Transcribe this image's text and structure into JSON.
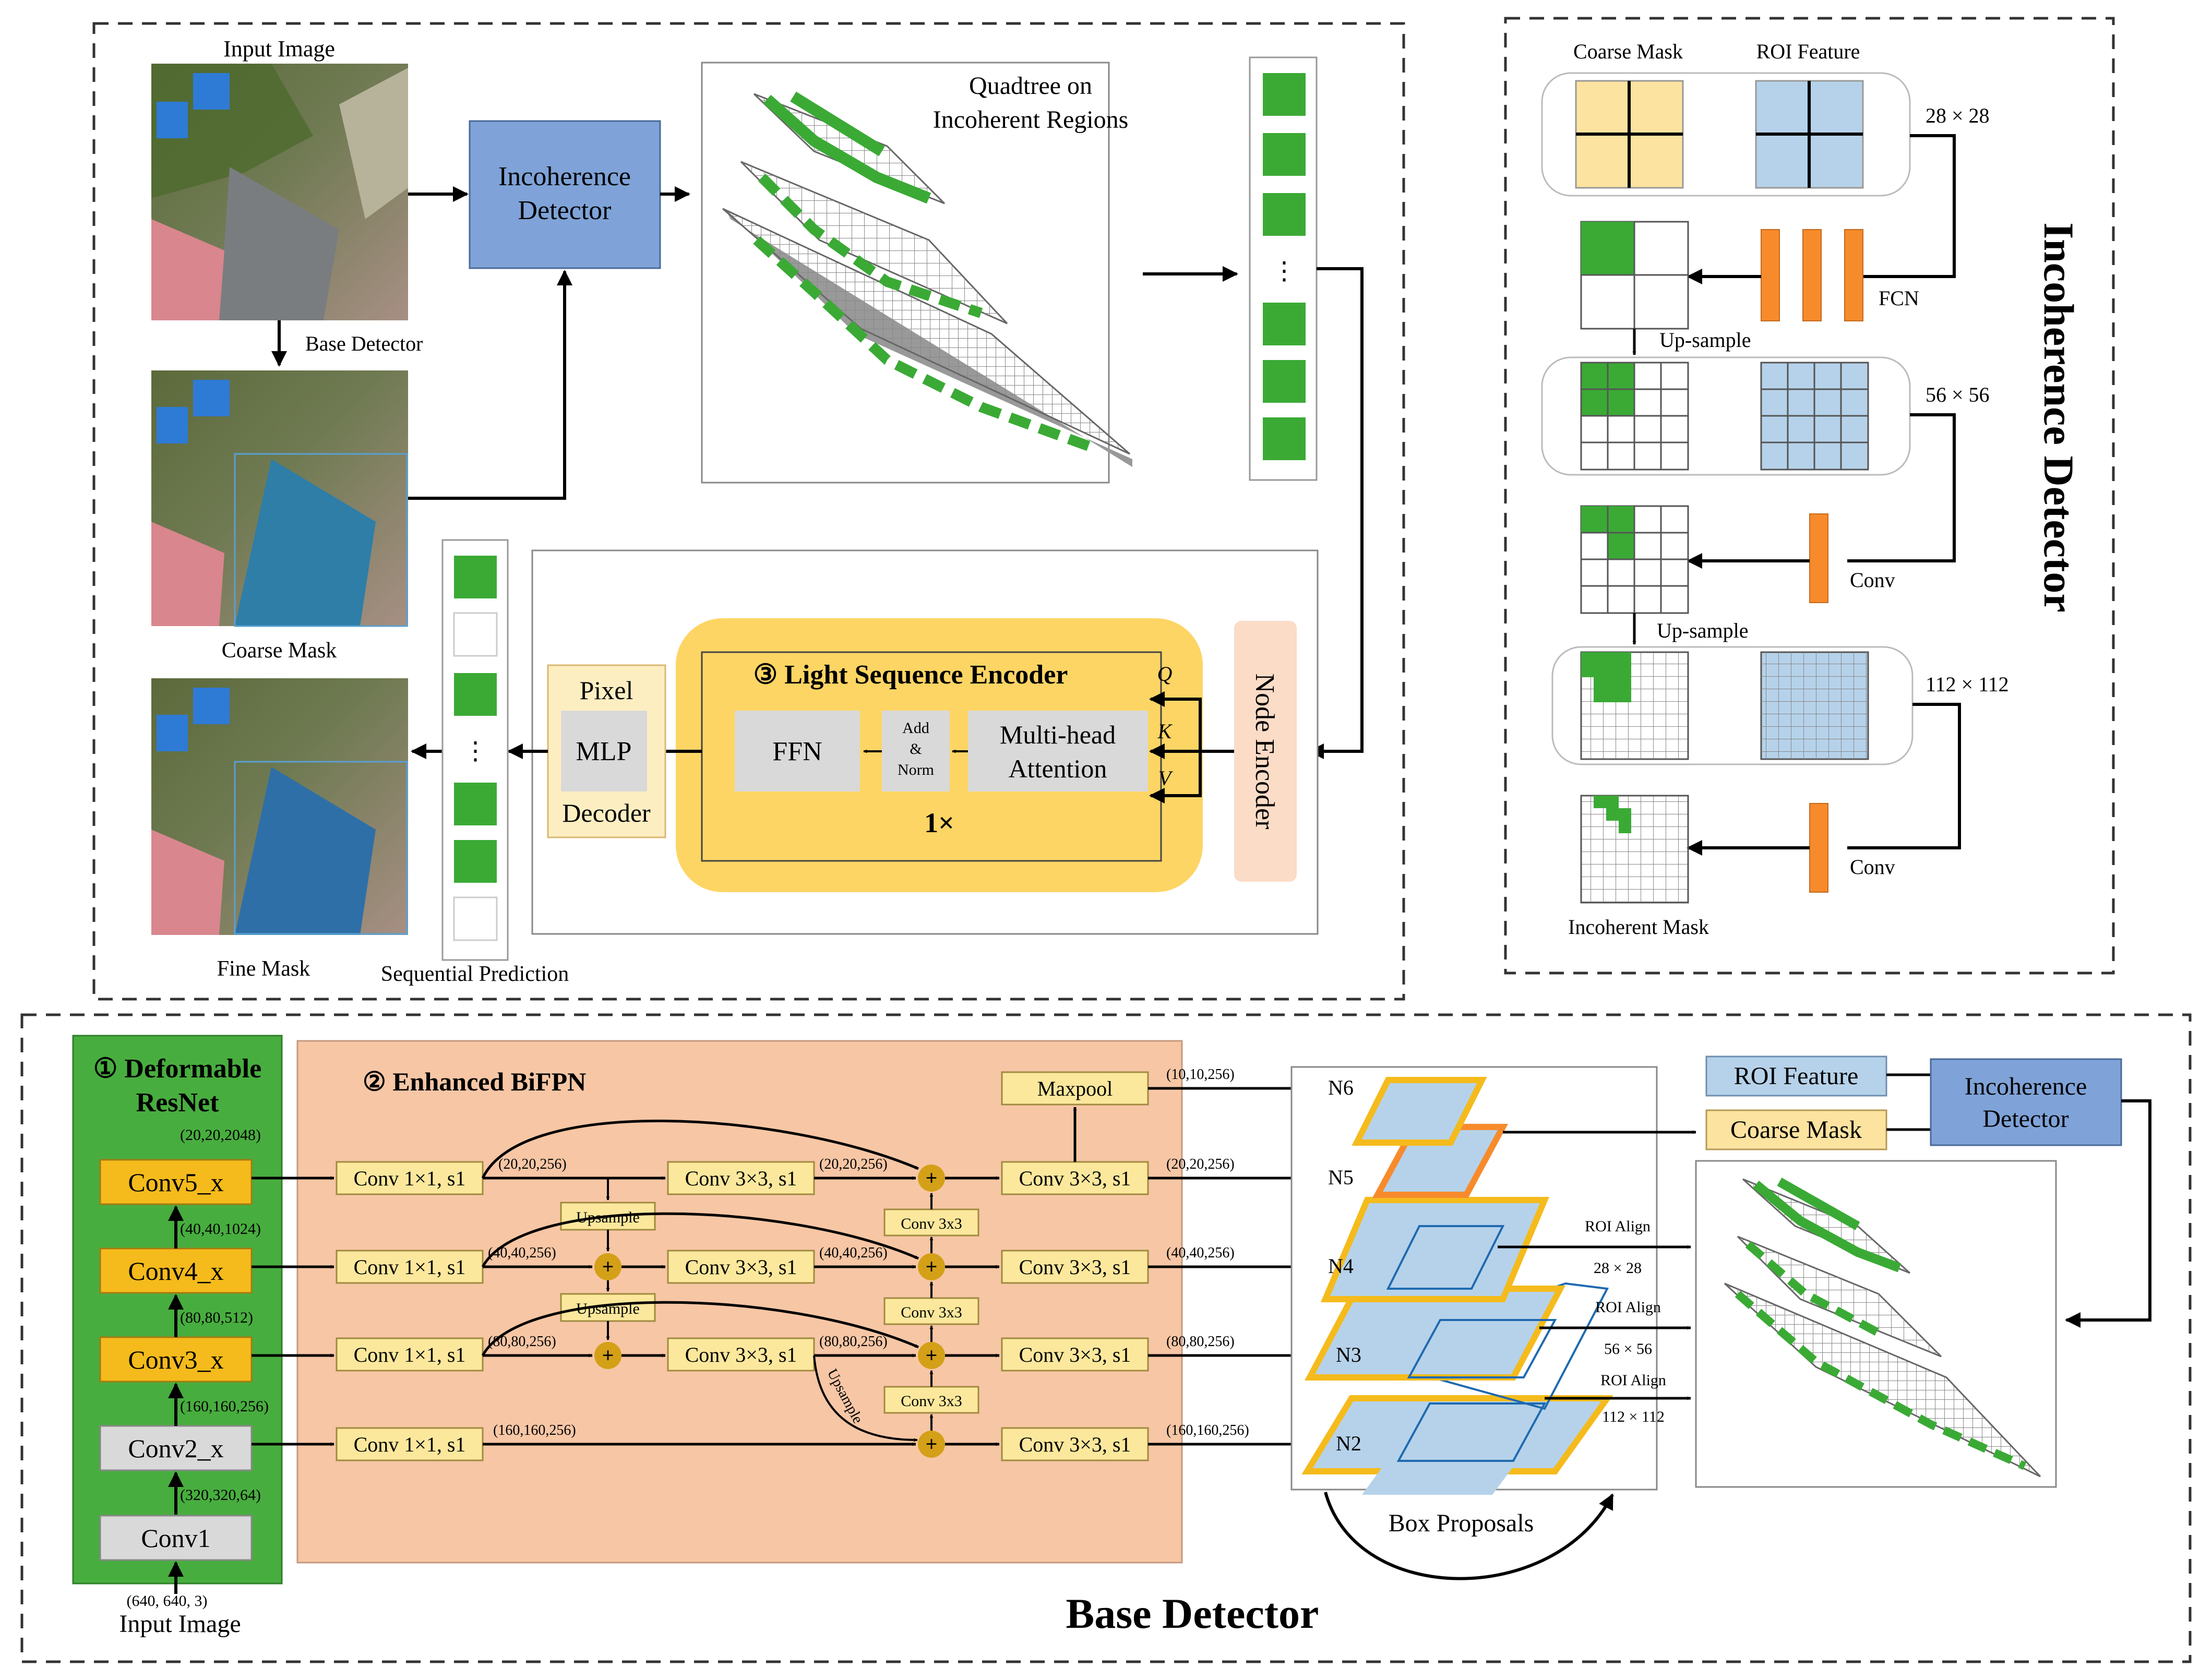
{
  "top_left": {
    "input_image_label": "Input Image",
    "base_detector_label": "Base Detector",
    "coarse_mask_label": "Coarse Mask",
    "fine_mask_label": "Fine Mask",
    "incoherence_detector_box": [
      "Incoherence",
      "Detector"
    ],
    "quadtree_label": [
      "Quadtree on",
      "Incoherent Regions"
    ],
    "ellipsis": "⋮",
    "sequential_prediction_label": "Sequential Prediction",
    "pixel_decoder": {
      "top": "Pixel",
      "mlp": "MLP",
      "bottom": "Decoder"
    },
    "encoder": {
      "title": "③  Light Sequence Encoder",
      "ffn": "FFN",
      "add_norm": [
        "Add",
        "&",
        "Norm"
      ],
      "attention": [
        "Multi-head",
        "Attention"
      ],
      "repeat": "1×",
      "q": "Q",
      "k": "K",
      "v": "V"
    },
    "node_encoder": "Node Encoder"
  },
  "right_panel": {
    "title": "Incoherence Detector",
    "coarse_mask_label": "Coarse Mask",
    "roi_feature_label": "ROI Feature",
    "size_28": "28 × 28",
    "size_56": "56 × 56",
    "size_112": "112 × 112",
    "fcn_label": "FCN",
    "upsample_1": "Up-sample",
    "upsample_2": "Up-sample",
    "conv_1": "Conv",
    "conv_2": "Conv",
    "incoherent_mask_label": "Incoherent Mask"
  },
  "base": {
    "title": "Base Detector",
    "resnet_title": [
      "①  Deformable",
      "ResNet"
    ],
    "bifpn_title": "②  Enhanced BiFPN",
    "input_image_label": "Input Image",
    "input_dim": "(640, 640, 3)",
    "conv1": "Conv1",
    "conv2": "Conv2_x",
    "conv3": "Conv3_x",
    "conv4": "Conv4_x",
    "conv5": "Conv5_x",
    "dim_conv1": "(320,320,64)",
    "dim_conv2": "(160,160,256)",
    "dim_conv3": "(80,80,512)",
    "dim_conv4": "(40,40,1024)",
    "dim_conv5": "(20,20,2048)",
    "conv1x1": "Conv 1×1, s1",
    "conv3x3": "Conv 3×3, s1",
    "conv3x3_small": "Conv 3x3",
    "upsample": "Upsample",
    "maxpool": "Maxpool",
    "dim_20": "(20,20,256)",
    "dim_40": "(40,40,256)",
    "dim_80": "(80,80,256)",
    "dim_160": "(160,160,256)",
    "dim_10": "(10,10,256)",
    "plus": "+",
    "n2": "N2",
    "n3": "N3",
    "n4": "N4",
    "n5": "N5",
    "n6": "N6",
    "roi_align": "ROI Align",
    "size_28": "28 × 28",
    "size_56": "56 × 56",
    "size_112": "112 × 112",
    "box_proposals": "Box Proposals",
    "roi_feature": "ROI Feature",
    "coarse_mask": "Coarse Mask",
    "incoherence_detector": [
      "Incoherence",
      "Detector"
    ]
  },
  "colors": {
    "incoherence_box": "#7fa3d8",
    "mask_green": "#3aaa35",
    "resnet_green": "#48ad3f",
    "bifpn_orange": "#f7c6a5",
    "encoder_yellow": "#fdd564",
    "conv_box_yellow": "#fce89c",
    "conv_orange": "#f5bb1c",
    "fcn_orange": "#f78b2c",
    "roi_blue": "#b6d2ea",
    "coarse_yellow": "#fde3a0",
    "plus_circle": "#d4a017"
  }
}
